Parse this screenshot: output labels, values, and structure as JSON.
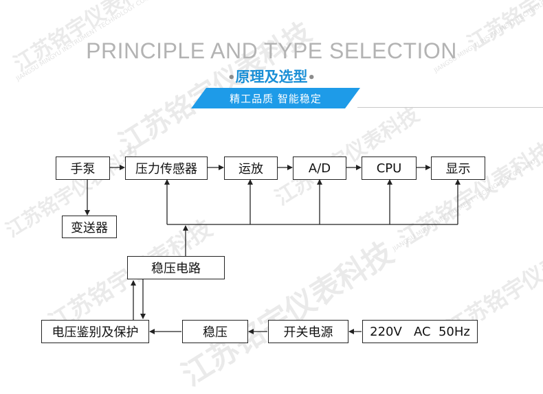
{
  "header": {
    "title_en": "PRINCIPLE AND TYPE SELECTION",
    "title_cn": "原理及选型",
    "slogan": "精工品质  智能稳定"
  },
  "watermarks": {
    "company_cn": "江苏铭宇仪表科技",
    "company_en": "JIANGSU MINGYU INSTRUMENT TECHNOLOGY CO., LTD."
  },
  "diagram": {
    "nodes": {
      "hand_pump": "手泵",
      "pressure_sensor": "压力传感器",
      "op_amp": "运放",
      "ad": "A/D",
      "cpu": "CPU",
      "display": "显示",
      "transmitter": "变送器",
      "regulator_circuit": "稳压电路",
      "voltage_protect": "电压鉴别及保护",
      "regulator": "稳压",
      "switch_psu": "开关电源",
      "ac_input": "220V   AC  50Hz"
    }
  },
  "colors": {
    "accent_blue": "#1a8fd6",
    "banner_blue": "#1e9be8",
    "title_grey": "#b3b3b3"
  }
}
